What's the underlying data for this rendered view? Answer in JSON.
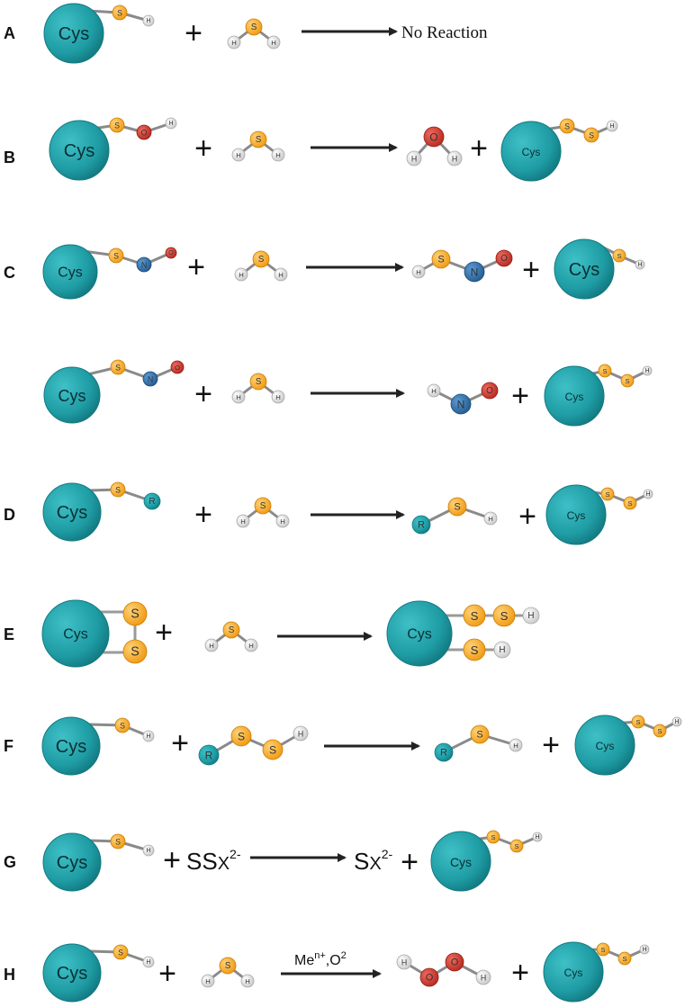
{
  "colors": {
    "cys": "#1e9ba3",
    "cys_dark": "#137a82",
    "sulfur": "#f5a623",
    "oxygen": "#cc3b2f",
    "nitrogen": "#2f6fa8",
    "hydrogen": "#e2e2e2",
    "bond": "#8a8a8a",
    "arrow": "#222222"
  },
  "atoms": {
    "cys": "Cys",
    "sulfur": "S",
    "hydrogen": "H",
    "oxygen": "O",
    "nitrogen": "N",
    "residue": "R"
  },
  "panels": [
    {
      "letter": "A",
      "product_text": "No Reaction"
    },
    {
      "letter": "B"
    },
    {
      "letter": "C"
    },
    {
      "letter": ""
    },
    {
      "letter": "D"
    },
    {
      "letter": "E"
    },
    {
      "letter": "F"
    },
    {
      "letter": "G",
      "reactant_text": "SS",
      "reactant_sub": "X",
      "reactant_charge": "2-",
      "product_text": "S",
      "product_sub": "X",
      "product_charge": "2-"
    },
    {
      "letter": "H",
      "catalyst": "Me",
      "catalyst_sup": "n+",
      "catalyst_rest": ",O",
      "catalyst_sup2": "2"
    }
  ],
  "plus_sign": "+"
}
